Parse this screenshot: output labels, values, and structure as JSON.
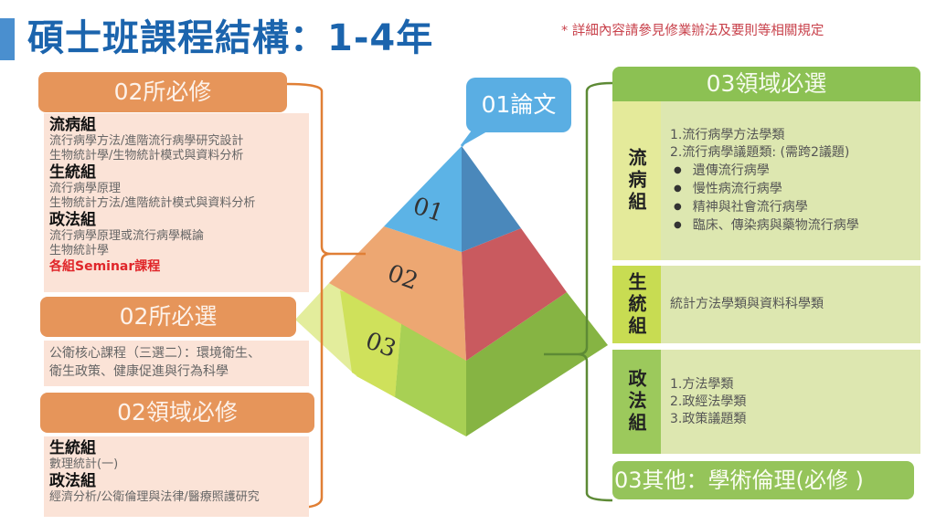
{
  "header": {
    "title": "碩士班課程結構：1-4年",
    "note": "* 詳細內容請參見修業辦法及要則等相關規定"
  },
  "left": {
    "required_dept": {
      "heading": "02所必修",
      "groups": [
        {
          "name": "流病組",
          "lines": [
            "流行病學方法/進階流行病學研究設計",
            "生物統計學/生物統計模式與資料分析"
          ]
        },
        {
          "name": "生統組",
          "lines": [
            "流行病學原理",
            "生物統計方法/進階統計模式與資料分析"
          ]
        },
        {
          "name": "政法組",
          "lines": [
            "流行病學原理或流行病學概論",
            "生物統計學"
          ]
        }
      ],
      "highlight": "各組Seminar課程"
    },
    "elective_dept": {
      "heading": "02所必選",
      "lines": [
        "公衛核心課程（三選二）：環境衛生、",
        "衛生政策、健康促進與行為科學"
      ]
    },
    "required_field": {
      "heading": "02領域必修",
      "groups": [
        {
          "name": "生統組",
          "lines": [
            "數理統計(一)"
          ]
        },
        {
          "name": "政法組",
          "lines": [
            "經濟分析/公衛倫理與法律/醫療照護研究"
          ]
        }
      ]
    }
  },
  "pyramid": {
    "thesis_label": "01論文",
    "levels": [
      {
        "label": "01",
        "colors": {
          "left": "#5cb3e6",
          "right": "#4a88bb"
        }
      },
      {
        "label": "02",
        "colors": {
          "left": "#eda772",
          "right": "#c95a5f"
        }
      },
      {
        "label": "03",
        "colors": {
          "far_left": "#e3ed9c",
          "left": "#cfe15b",
          "mid": "#a8d054",
          "right": "#86b443"
        }
      }
    ]
  },
  "right": {
    "field_elective": {
      "heading": "03領域必選",
      "groups": [
        {
          "name": "流病組",
          "lines": [
            "1.流行病學方法學類",
            "2.流行病學議題類: (需跨2議題)"
          ],
          "bullets": [
            "遺傳流行病學",
            "慢性病流行病學",
            "精神與社會流行病學",
            "臨床、傳染病與藥物流行病學"
          ]
        },
        {
          "name": "生統組",
          "lines": [
            "統計方法學類與資料科學類"
          ],
          "bullets": []
        },
        {
          "name": "政法組",
          "lines": [
            "1.方法學類",
            "2.政經法學類",
            "3.政策議題類"
          ],
          "bullets": []
        }
      ]
    },
    "other": "03其他：學術倫理(必修 )"
  },
  "colors": {
    "title": "#1b64ad",
    "note": "#c8414b",
    "orange_header": "#e6955a",
    "orange_body": "#fbe3d7",
    "green_header": "#8cc153",
    "green_body": "#dde7b0",
    "bracket_orange": "#e07f35",
    "bracket_green": "#5d8a35"
  }
}
